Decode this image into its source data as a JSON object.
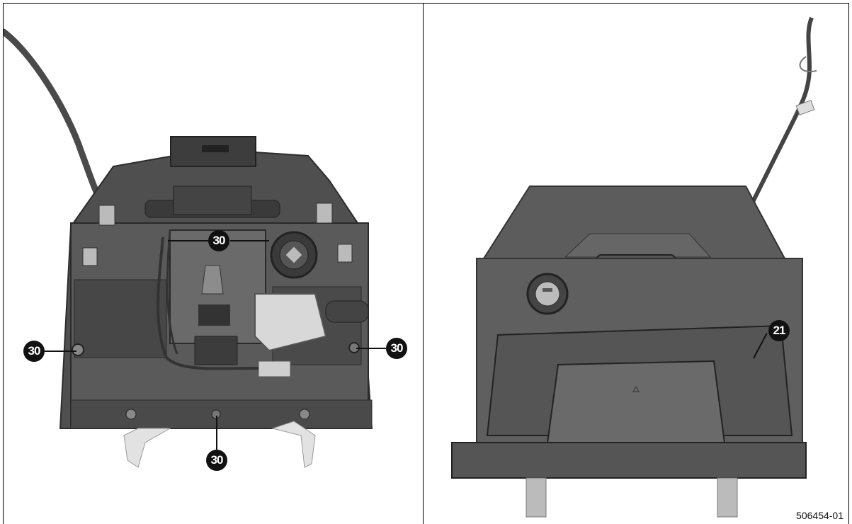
{
  "callouts": {
    "left_top": "30",
    "left_left": "30",
    "left_right": "30",
    "left_bottom": "30",
    "right_part": "21"
  },
  "figure_id": "506454-01",
  "colors": {
    "housing_dark": "#3a3a3a",
    "housing_mid": "#575757",
    "housing_light": "#777777",
    "actuator": "#d8d8d8",
    "callout": "#111111"
  }
}
